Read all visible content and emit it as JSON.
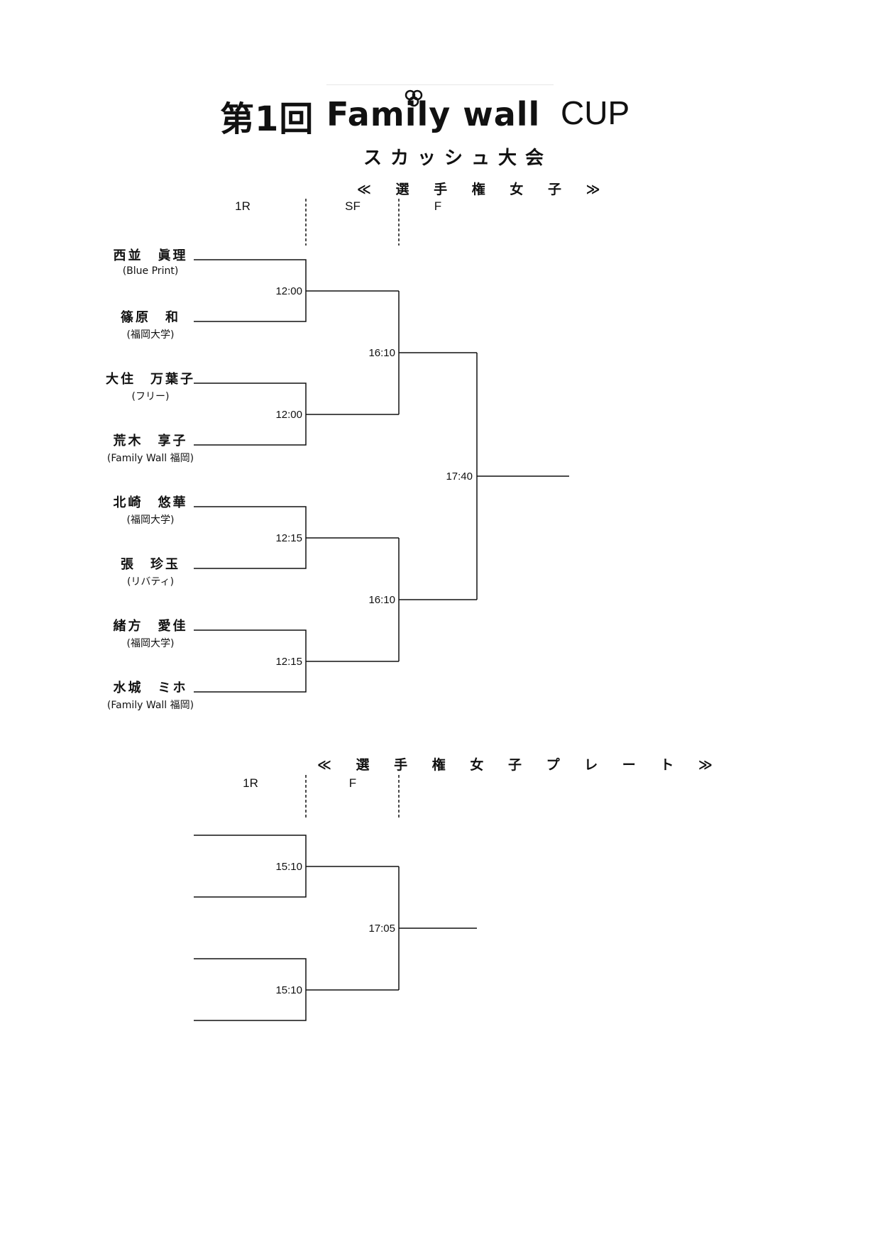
{
  "header": {
    "title_prefix": "第1回",
    "brand": "Family wall",
    "title_suffix": "CUP",
    "subtitle": "スカッシュ大会",
    "brand_logo_icon": "ribbon-logo-icon"
  },
  "main_draw": {
    "title": "≪ 選 手 権 女 子 ≫",
    "rounds": [
      "1R",
      "SF",
      "F"
    ],
    "players": [
      {
        "name": "西並　眞理",
        "affiliation": "(Blue Print)"
      },
      {
        "name": "篠原　和",
        "affiliation": "(福岡大学)"
      },
      {
        "name": "大住　万葉子",
        "affiliation": "(フリー)"
      },
      {
        "name": "荒木　享子",
        "affiliation": "(Family Wall 福岡)"
      },
      {
        "name": "北崎　悠華",
        "affiliation": "(福岡大学)"
      },
      {
        "name": "張　珍玉",
        "affiliation": "(リバティ)"
      },
      {
        "name": "緒方　愛佳",
        "affiliation": "(福岡大学)"
      },
      {
        "name": "水城　ミホ",
        "affiliation": "(Family Wall 福岡)"
      }
    ],
    "times": {
      "r1": [
        "12:00",
        "12:00",
        "12:15",
        "12:15"
      ],
      "sf": [
        "16:10",
        "16:10"
      ],
      "final": "17:40"
    }
  },
  "plate_draw": {
    "title": "≪ 選 手 権 女 子 プ レ ー ト ≫",
    "rounds": [
      "1R",
      "F"
    ],
    "times": {
      "r1": [
        "15:10",
        "15:10"
      ],
      "final": "17:05"
    }
  }
}
